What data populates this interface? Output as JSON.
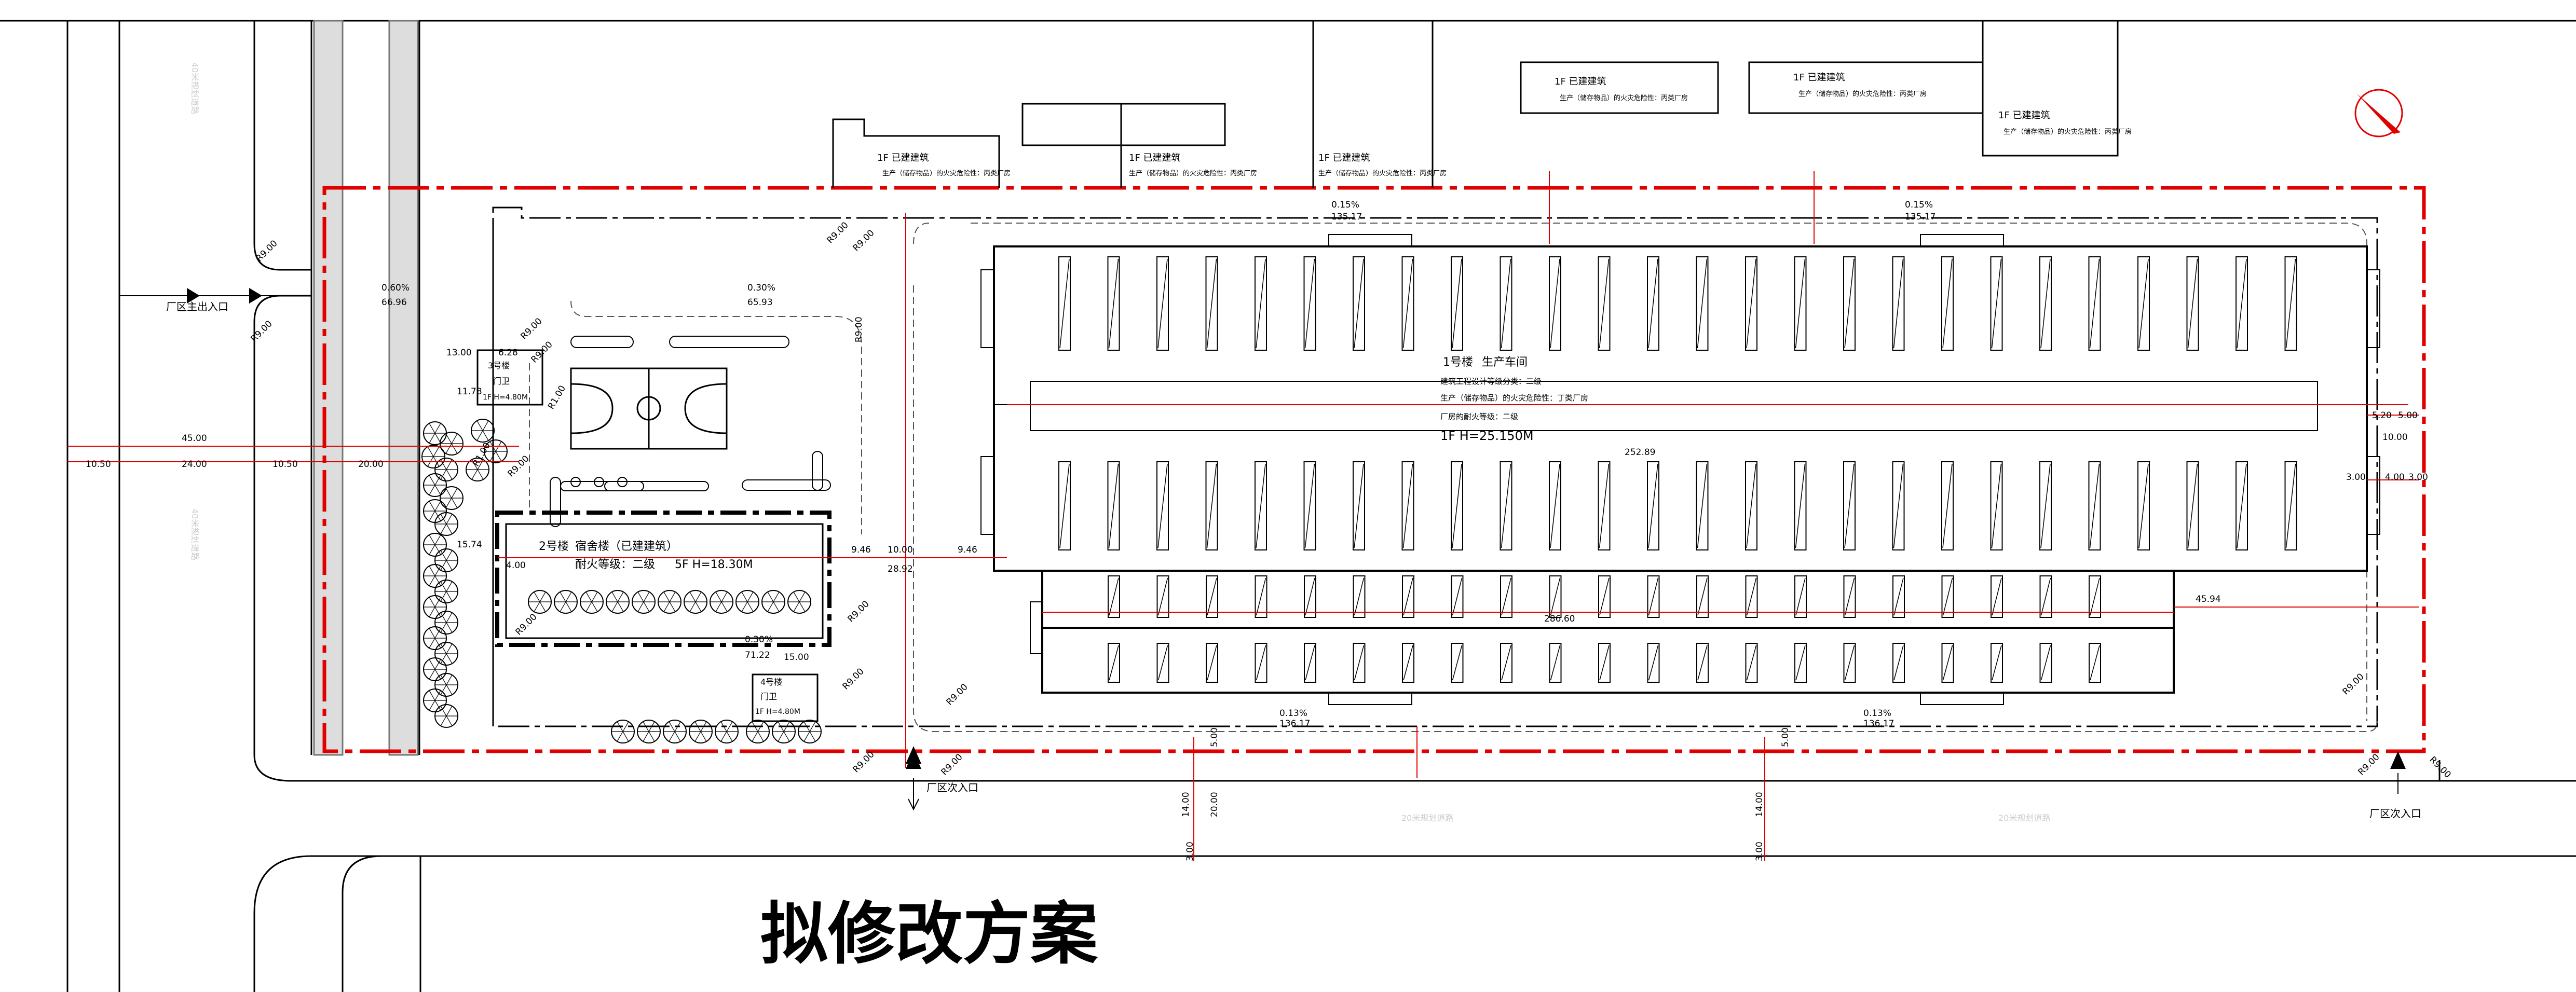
{
  "title": "拟修改方案",
  "buildings": {
    "workshop": {
      "number": "1号楼",
      "name": "生产车间",
      "line1": "建筑工程设计等级分类：二级",
      "line2": "生产（储存物品）的火灾危险性：丁类厂房",
      "line3": "厂房的耐火等级：二级",
      "line4": "1F  H=25.150M"
    },
    "dorm": {
      "number": "2号楼",
      "name": "宿舍楼（已建建筑）",
      "fire": "耐火等级：二级",
      "height": "5F  H=18.30M"
    },
    "guard3": {
      "number": "3号楼",
      "name": "门卫",
      "height": "1F H=4.80M"
    },
    "guard4": {
      "number": "4号楼",
      "name": "门卫",
      "height": "1F H=4.80M"
    }
  },
  "neighbors": [
    {
      "label": "1F  已建建筑",
      "note": "生产（储存物品）的火灾危险性：丙类厂房"
    },
    {
      "label": "1F  已建建筑",
      "note": "生产（储存物品）的火灾危险性：丙类厂房"
    },
    {
      "label": "1F  已建建筑",
      "note": "生产（储存物品）的火灾危险性：丙类厂房"
    },
    {
      "label": "1F  已建建筑",
      "note": "生产（储存物品）的火灾危险性：丙类厂房"
    },
    {
      "label": "1F  已建建筑",
      "note": "生产（储存物品）的火灾危险性：丙类厂房"
    },
    {
      "label": "1F  已建建筑",
      "note": "生产（储存物品）的火灾危险性：丙类厂房"
    }
  ],
  "entrances": {
    "main": "厂区主出入口",
    "secondary": "厂区次入口"
  },
  "roads": {
    "v1": "40米规划道路",
    "v2": "40米规划道路",
    "h": "20米规划道路"
  },
  "dims": {
    "w45": "45.00",
    "w24": "24.00",
    "w1050a": "10.50",
    "w1050b": "10.50",
    "w2000": "20.00",
    "slope_main": "0.60%",
    "elev_main": "66.96",
    "slope_in": "0.30%",
    "elev_in": "65.93",
    "d1300": "13.00",
    "d628": "6.28",
    "d1178": "11.78",
    "d1574": "15.74",
    "d400": "4.00",
    "d946a": "9.46",
    "d946b": "9.46",
    "d1000": "10.00",
    "d2892": "28.92",
    "d2529": "252.89",
    "d2860": "286.60",
    "d4594": "45.94",
    "d520": "5.20",
    "d500r": "5.00",
    "d1000r": "10.00",
    "d300r": "3.00",
    "d400r": "4.00",
    "d300b": "3.00",
    "d1500": "15.00",
    "s030b": "0.30%",
    "e7122": "71.22",
    "s013": "0.13%",
    "e13617": "136.17",
    "s015": "0.15%",
    "e13517": "135.17",
    "d1400": "14.00",
    "d2000": "20.00",
    "d300c": "3.00",
    "d500c": "5.00",
    "d1400b": "14.00",
    "d300d": "3.00",
    "d500d": "5.00",
    "r9a": "R9.00",
    "r9b": "R9.00",
    "r9c": "R9.00",
    "r9d": "R9.00",
    "r9e": "R9.00",
    "r9f": "R9.00",
    "r9g": "R9.00",
    "r9h": "R9.00",
    "r9i": "R9.00",
    "r9j": "R9.00",
    "r9k": "R9.00",
    "r9l": "R9.00",
    "r9m": "R9.00",
    "r9n": "R9.00",
    "r9o": "R9.00",
    "r9p": "R9.00",
    "r9q": "R9.00",
    "r1": "R1.00",
    "r2": "R1.00"
  },
  "colors": {
    "boundary": "#e00000",
    "line": "#000000",
    "faint": "#cfcfcf"
  }
}
